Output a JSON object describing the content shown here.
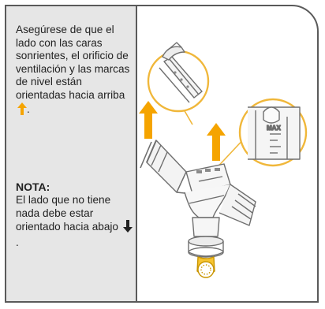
{
  "panel": {
    "instruction_text": "Asegúrese de que el lado con las caras sonrientes, el orificio de ventilación y las marcas de nivel están orientadas hacia arriba",
    "note_title": "NOTA:",
    "note_text": "El lado que no tiene nada debe estar orientado hacia abajo"
  },
  "illustration": {
    "level_mark_label": "MAX"
  },
  "icons": {
    "up": "arrow-up-icon",
    "down": "arrow-down-icon"
  },
  "colors": {
    "accent_arrow": "#f5a400",
    "dark_arrow": "#222222",
    "panel_background": "#e6e6e6",
    "border": "#5a5a5a"
  }
}
